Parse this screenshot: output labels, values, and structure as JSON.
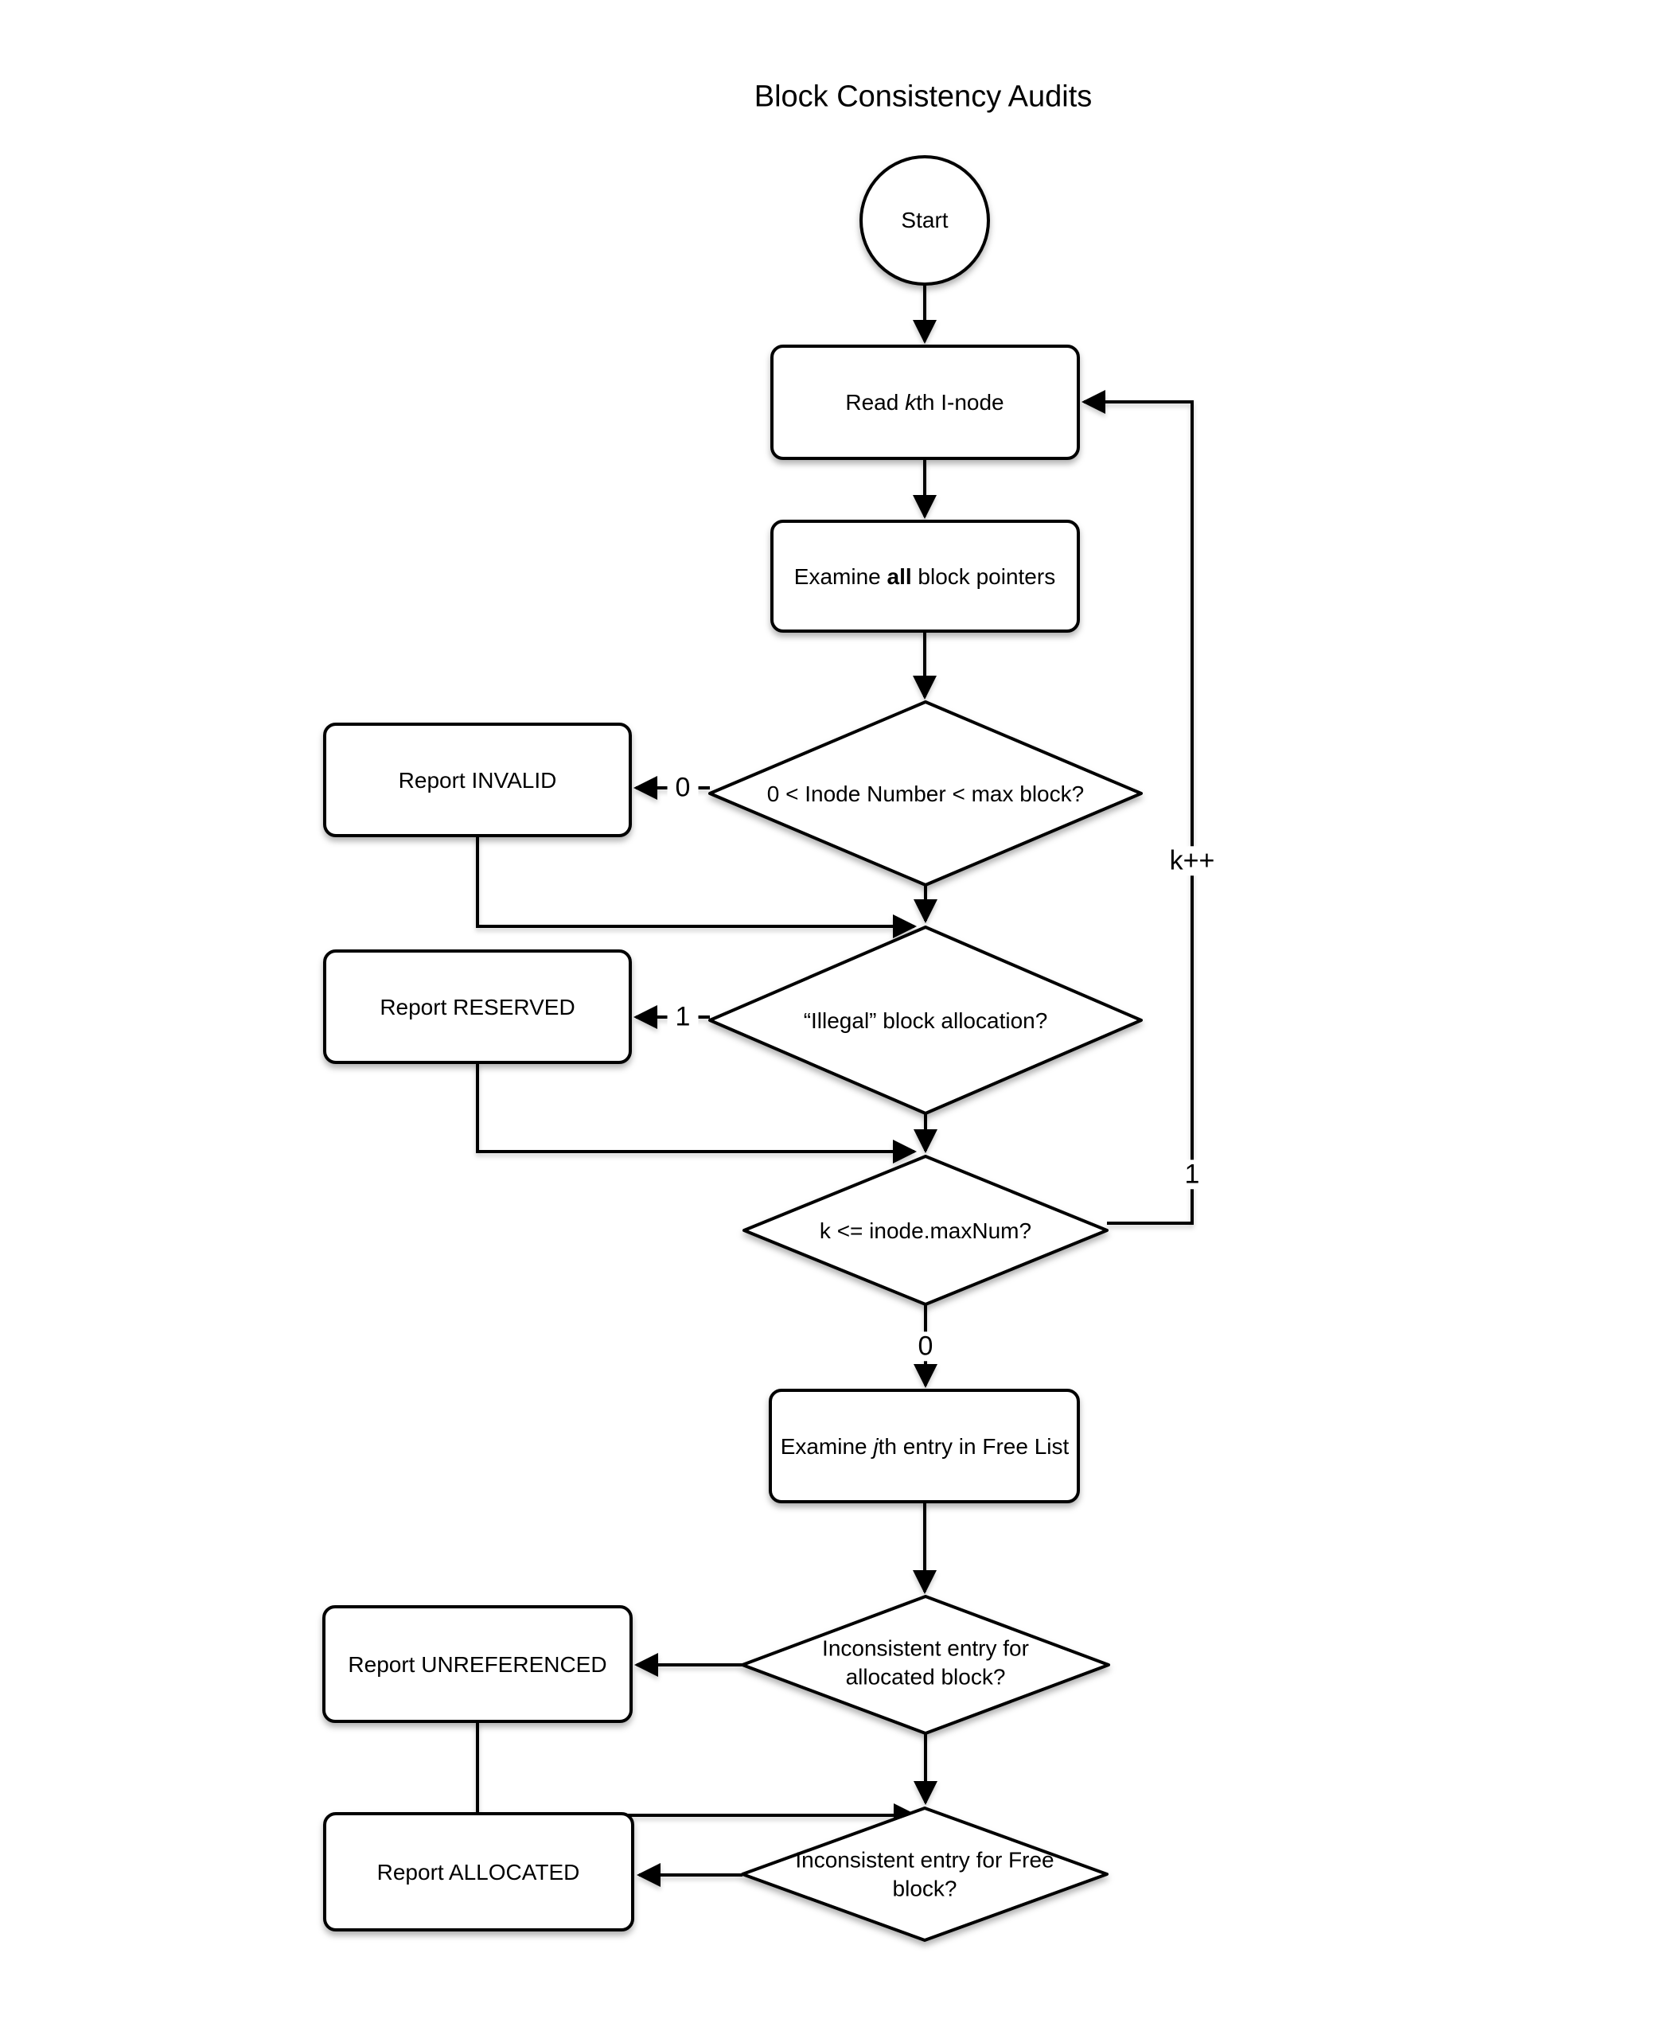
{
  "title": "Block Consistency Audits",
  "nodes": {
    "start": "Start",
    "read_inode": {
      "p0": "Read ",
      "p1": "k",
      "p2": "th I-node"
    },
    "examine_pointers": {
      "p0": "Examine ",
      "p1": "all",
      "p2": " block pointers"
    },
    "check_inode_range": "0 < Inode Number < max block?",
    "report_invalid": "Report INVALID",
    "check_illegal": "“Illegal” block allocation?",
    "report_reserved": "Report RESERVED",
    "check_k_max": "k <= inode.maxNum?",
    "examine_freelist": {
      "p0": "Examine ",
      "p1": "j",
      "p2": "th entry in Free List"
    },
    "check_alloc_entry": "Inconsistent entry for allocated block?",
    "report_unreferenced": "Report UNREFERENCED",
    "check_free_entry": "Inconsistent entry for Free block?",
    "report_allocated": "Report ALLOCATED"
  },
  "edge_labels": {
    "invalid_branch": "0",
    "reserved_branch": "1",
    "k_loop_branch": "1",
    "k_increment": "k++",
    "k_done_branch": "0"
  },
  "colors": {
    "stroke": "#000000",
    "fill": "#ffffff",
    "background": "#ffffff"
  }
}
